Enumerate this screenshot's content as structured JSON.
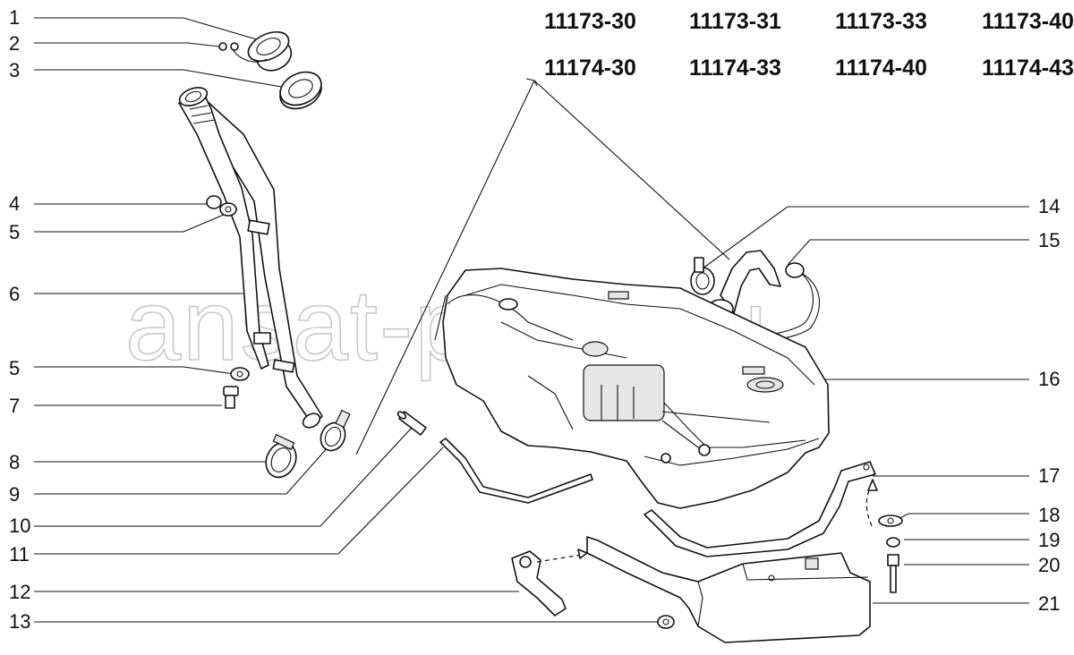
{
  "models": {
    "row1": [
      "11173-30",
      "11173-31",
      "11173-33",
      "11173-40"
    ],
    "row2": [
      "11174-30",
      "11174-33",
      "11174-40",
      "11174-43"
    ]
  },
  "callouts": {
    "left": [
      "1",
      "2",
      "3",
      "4",
      "5",
      "6",
      "5",
      "7",
      "8",
      "9",
      "10",
      "11",
      "12",
      "13"
    ],
    "right": [
      "14",
      "15",
      "16",
      "17",
      "18",
      "19",
      "20",
      "21"
    ]
  },
  "watermark": "ansat-parts.ru"
}
